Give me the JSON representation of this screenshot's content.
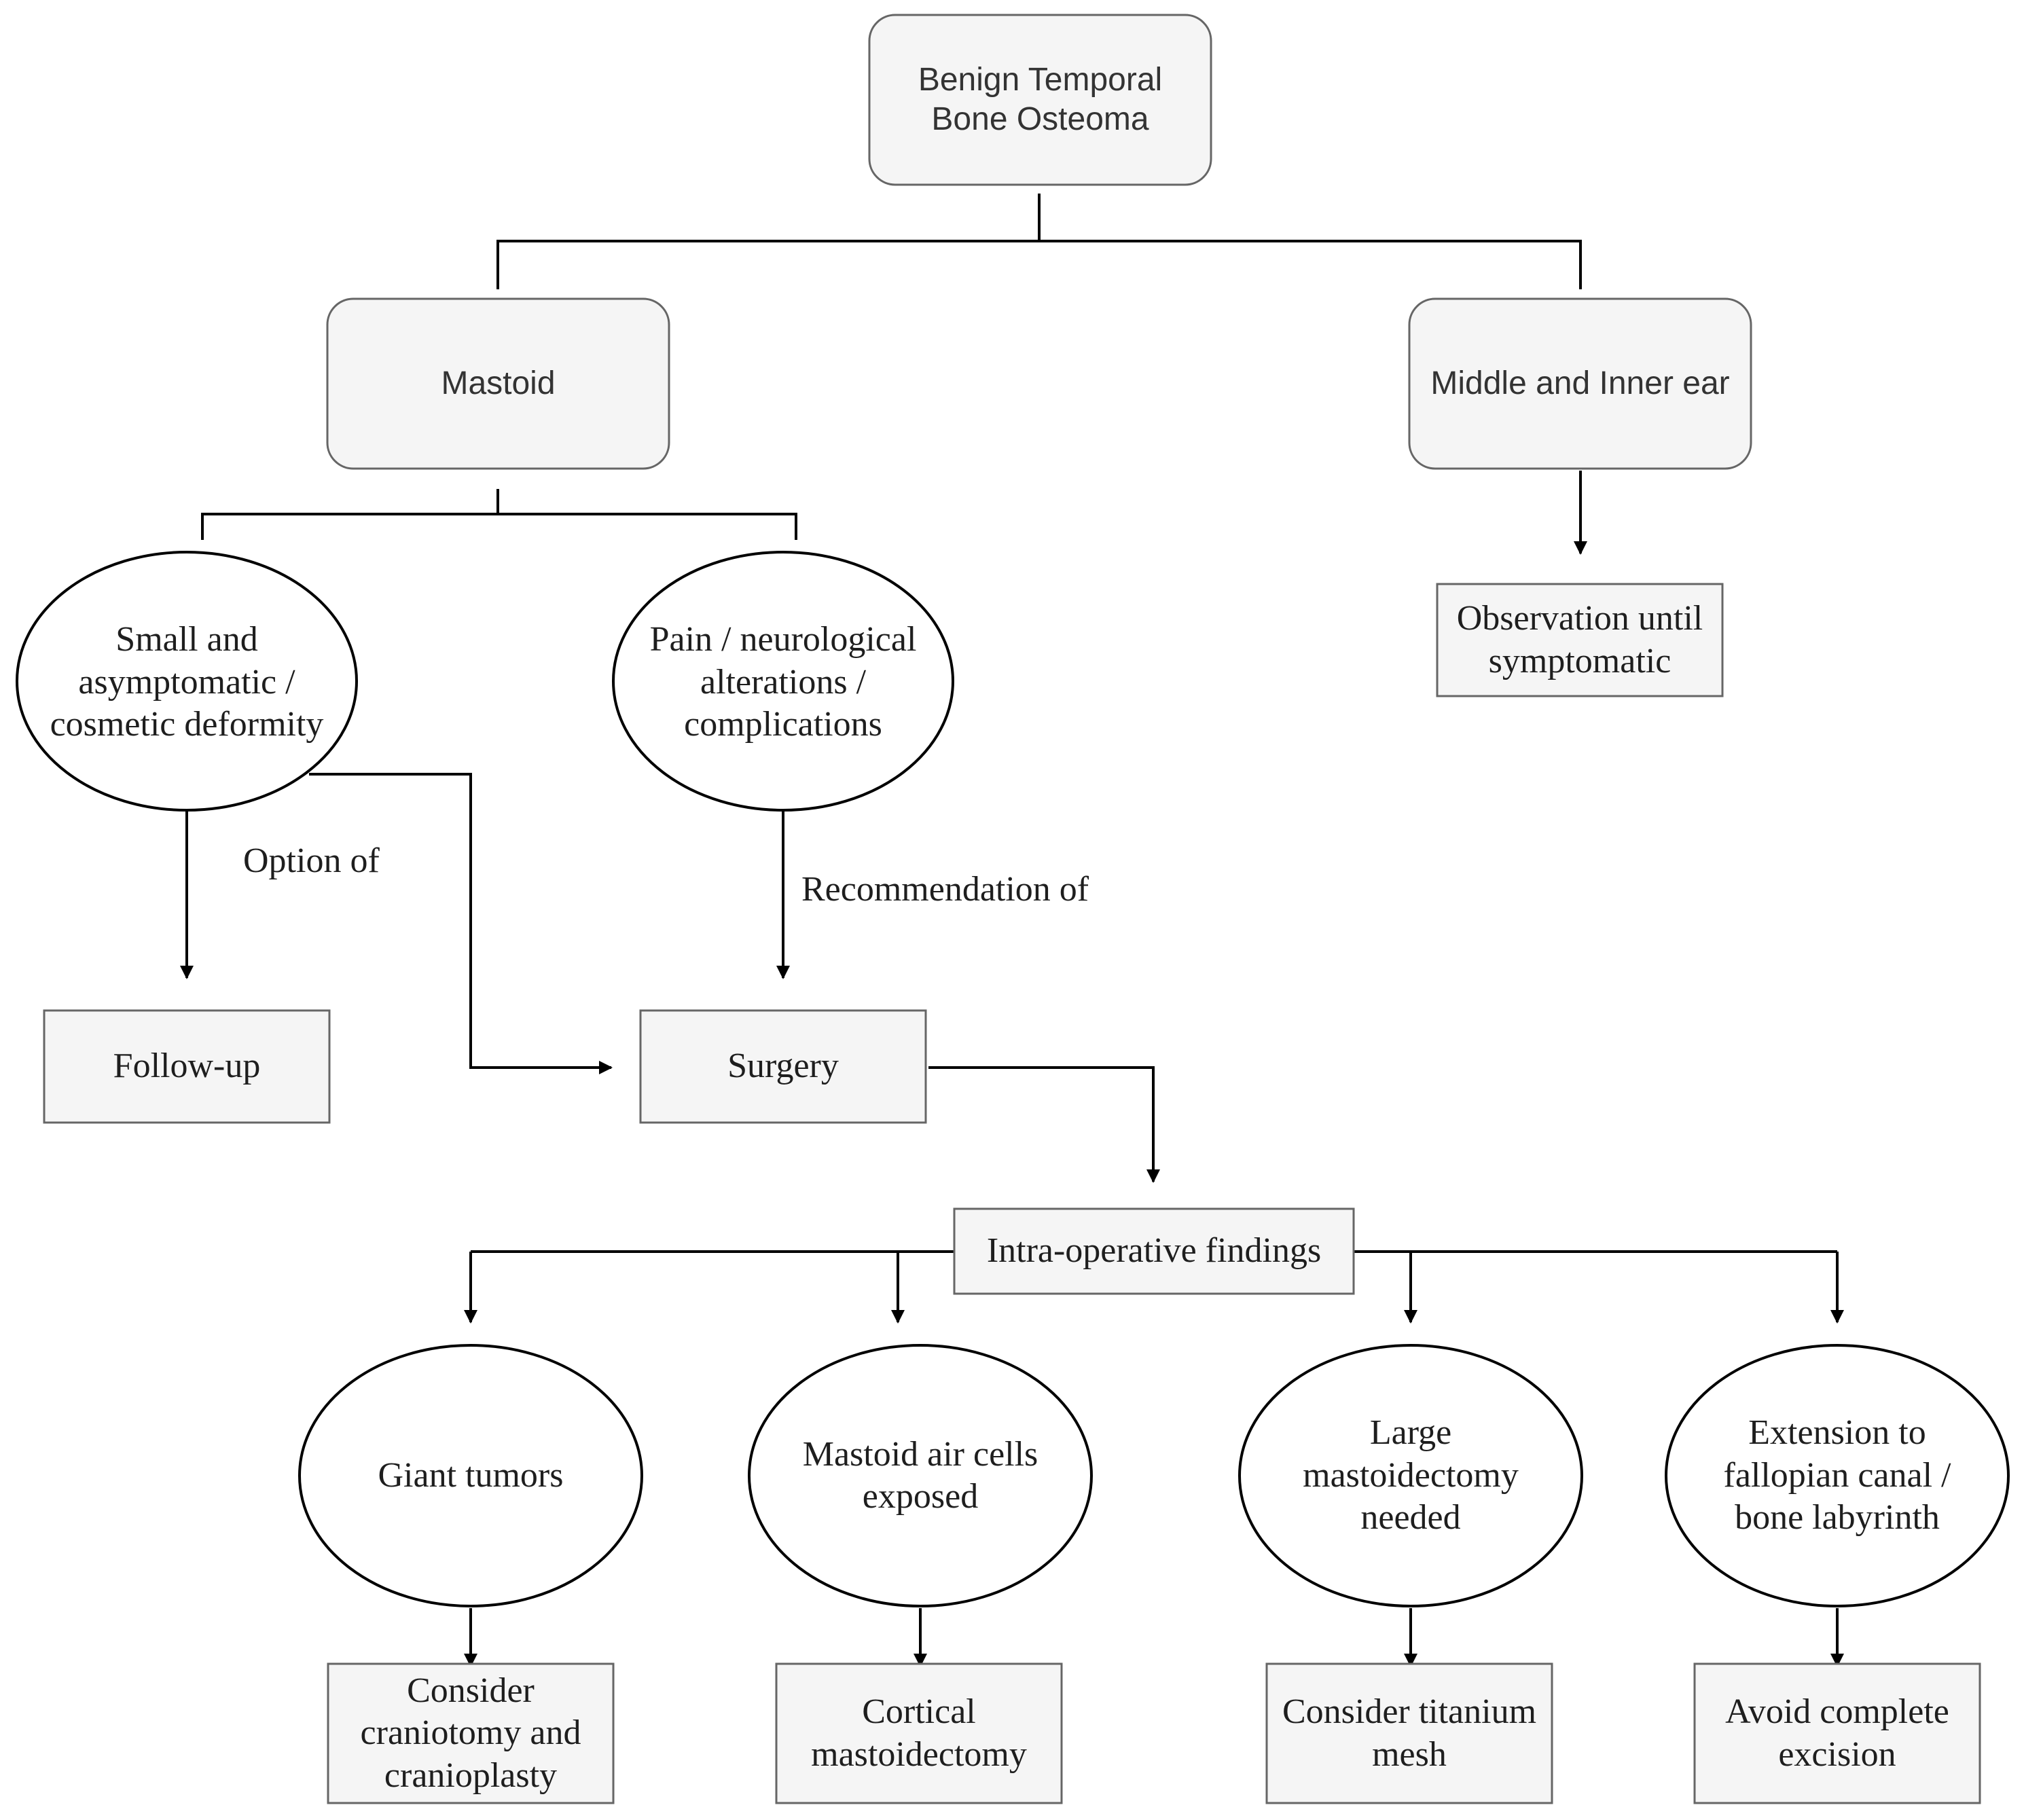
{
  "nodes": {
    "root": "Benign Temporal Bone Osteoma",
    "mastoid": "Mastoid",
    "middle_inner_ear": "Middle and Inner ear",
    "observation": "Observation until symptomatic",
    "small_asymptomatic": "Small and asymptomatic / cosmetic deformity",
    "pain_neuro": "Pain / neurological alterations / complications",
    "follow_up": "Follow-up",
    "surgery": "Surgery",
    "intraop": "Intra-operative findings",
    "giant_tumors": "Giant tumors",
    "air_cells": "Mastoid air cells exposed",
    "large_mastoidectomy": "Large mastoidectomy needed",
    "extension": "Extension to fallopian canal / bone labyrinth",
    "craniotomy": "Consider craniotomy and cranioplasty",
    "cortical": "Cortical mastoidectomy",
    "titanium": "Consider titanium mesh",
    "avoid_excision": "Avoid complete excision"
  },
  "edge_labels": {
    "option_of": "Option of",
    "recommendation_of": "Recommendation of"
  }
}
